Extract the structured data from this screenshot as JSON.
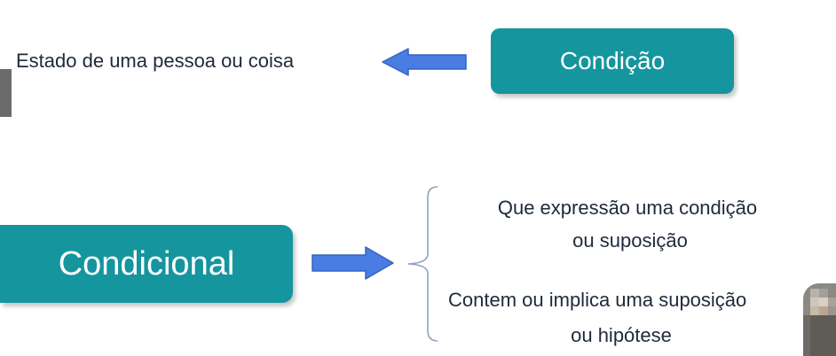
{
  "top_row": {
    "definition": "Estado de uma pessoa ou coisa",
    "term": "Condição"
  },
  "bottom_row": {
    "term": "Condicional",
    "definitions": [
      "Que expressão uma condição",
      "ou suposição",
      "Contem ou implica uma suposição",
      "ou  hipótese"
    ]
  },
  "colors": {
    "box_fill": "#15959e",
    "arrow_fill": "#4a7de3",
    "arrow_stroke": "#3564be",
    "text": "#1f2a3b"
  }
}
